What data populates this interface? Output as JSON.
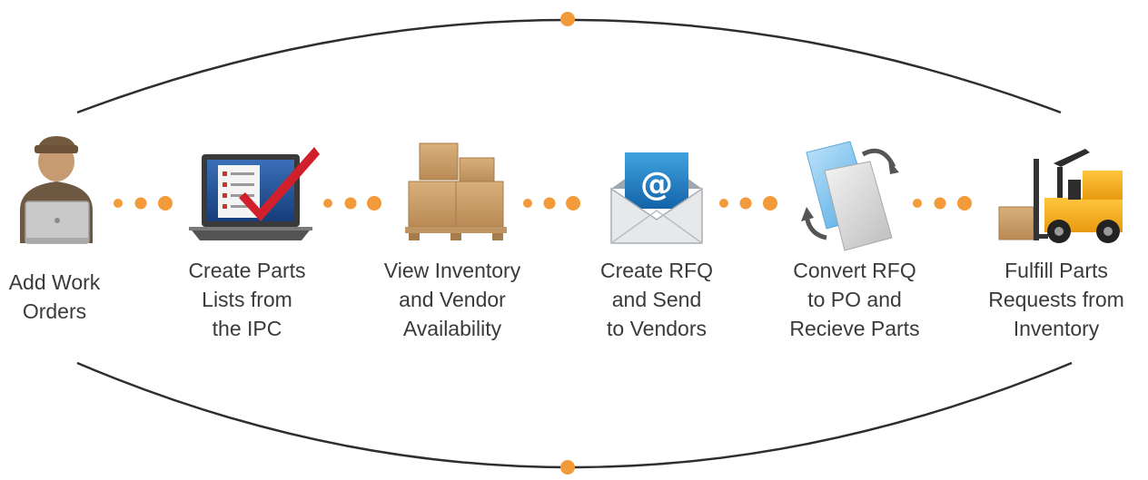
{
  "diagram": {
    "accent_color": "#f39a3a",
    "line_color": "#2e2e2e",
    "steps": [
      {
        "id": "add-work-orders",
        "label": "Add Work\nOrders",
        "icon": "worker-laptop-icon"
      },
      {
        "id": "create-parts-lists",
        "label": "Create Parts\nLists from\nthe IPC",
        "icon": "laptop-checklist-icon"
      },
      {
        "id": "view-inventory",
        "label": "View Inventory\nand Vendor\nAvailability",
        "icon": "boxes-pallet-icon"
      },
      {
        "id": "create-rfq",
        "label": "Create RFQ\nand Send\nto Vendors",
        "icon": "email-envelope-icon"
      },
      {
        "id": "convert-rfq",
        "label": "Convert RFQ\nto PO and\nRecieve Parts",
        "icon": "document-convert-icon"
      },
      {
        "id": "fulfill-parts",
        "label": "Fulfill Parts\nRequests from\nInventory",
        "icon": "forklift-icon"
      }
    ]
  }
}
